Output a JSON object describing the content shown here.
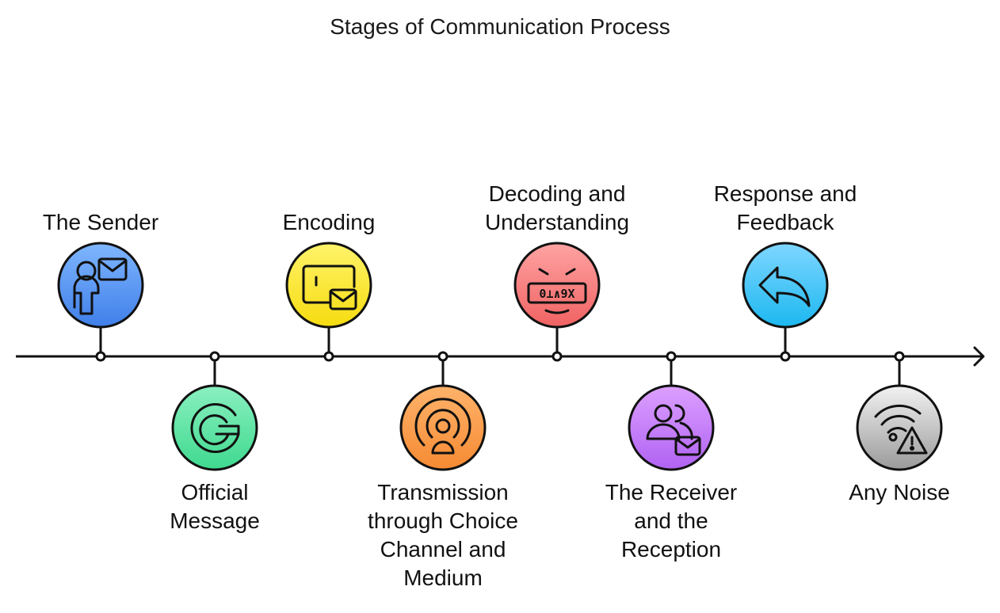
{
  "title": "Stages of Communication Process",
  "stages": [
    {
      "label": [
        "The Sender"
      ],
      "position": "top",
      "icon": "sender-message-icon",
      "color_top": "#7fb6ff",
      "color_bottom": "#3f7fe8"
    },
    {
      "label": [
        "Official",
        "Message"
      ],
      "position": "bottom",
      "icon": "g-letter-icon",
      "color_top": "#8af0c0",
      "color_bottom": "#3fd98f"
    },
    {
      "label": [
        "Encoding"
      ],
      "position": "top",
      "icon": "encoding-window-icon",
      "color_top": "#fff36a",
      "color_bottom": "#f6dc10"
    },
    {
      "label": [
        "Transmission",
        "through Choice",
        "Channel and",
        "Medium"
      ],
      "position": "bottom",
      "icon": "broadcast-person-icon",
      "color_top": "#ffb36b",
      "color_bottom": "#f58a33"
    },
    {
      "label": [
        "Decoding and",
        "Understanding"
      ],
      "position": "top",
      "icon": "decoding-face-icon",
      "color_top": "#ffa3a3",
      "color_bottom": "#f06262"
    },
    {
      "label": [
        "The Receiver",
        "and the",
        "Reception"
      ],
      "position": "bottom",
      "icon": "receiver-users-icon",
      "color_top": "#dca0ff",
      "color_bottom": "#b062f2"
    },
    {
      "label": [
        "Response and",
        "Feedback"
      ],
      "position": "top",
      "icon": "reply-arrow-icon",
      "color_top": "#7fd6ff",
      "color_bottom": "#1cb8f0"
    },
    {
      "label": [
        "Any Noise"
      ],
      "position": "bottom",
      "icon": "wifi-warning-icon",
      "color_top": "#f2f2f2",
      "color_bottom": "#9a9a9a"
    }
  ],
  "decoding_code": "0⊥∧9X"
}
